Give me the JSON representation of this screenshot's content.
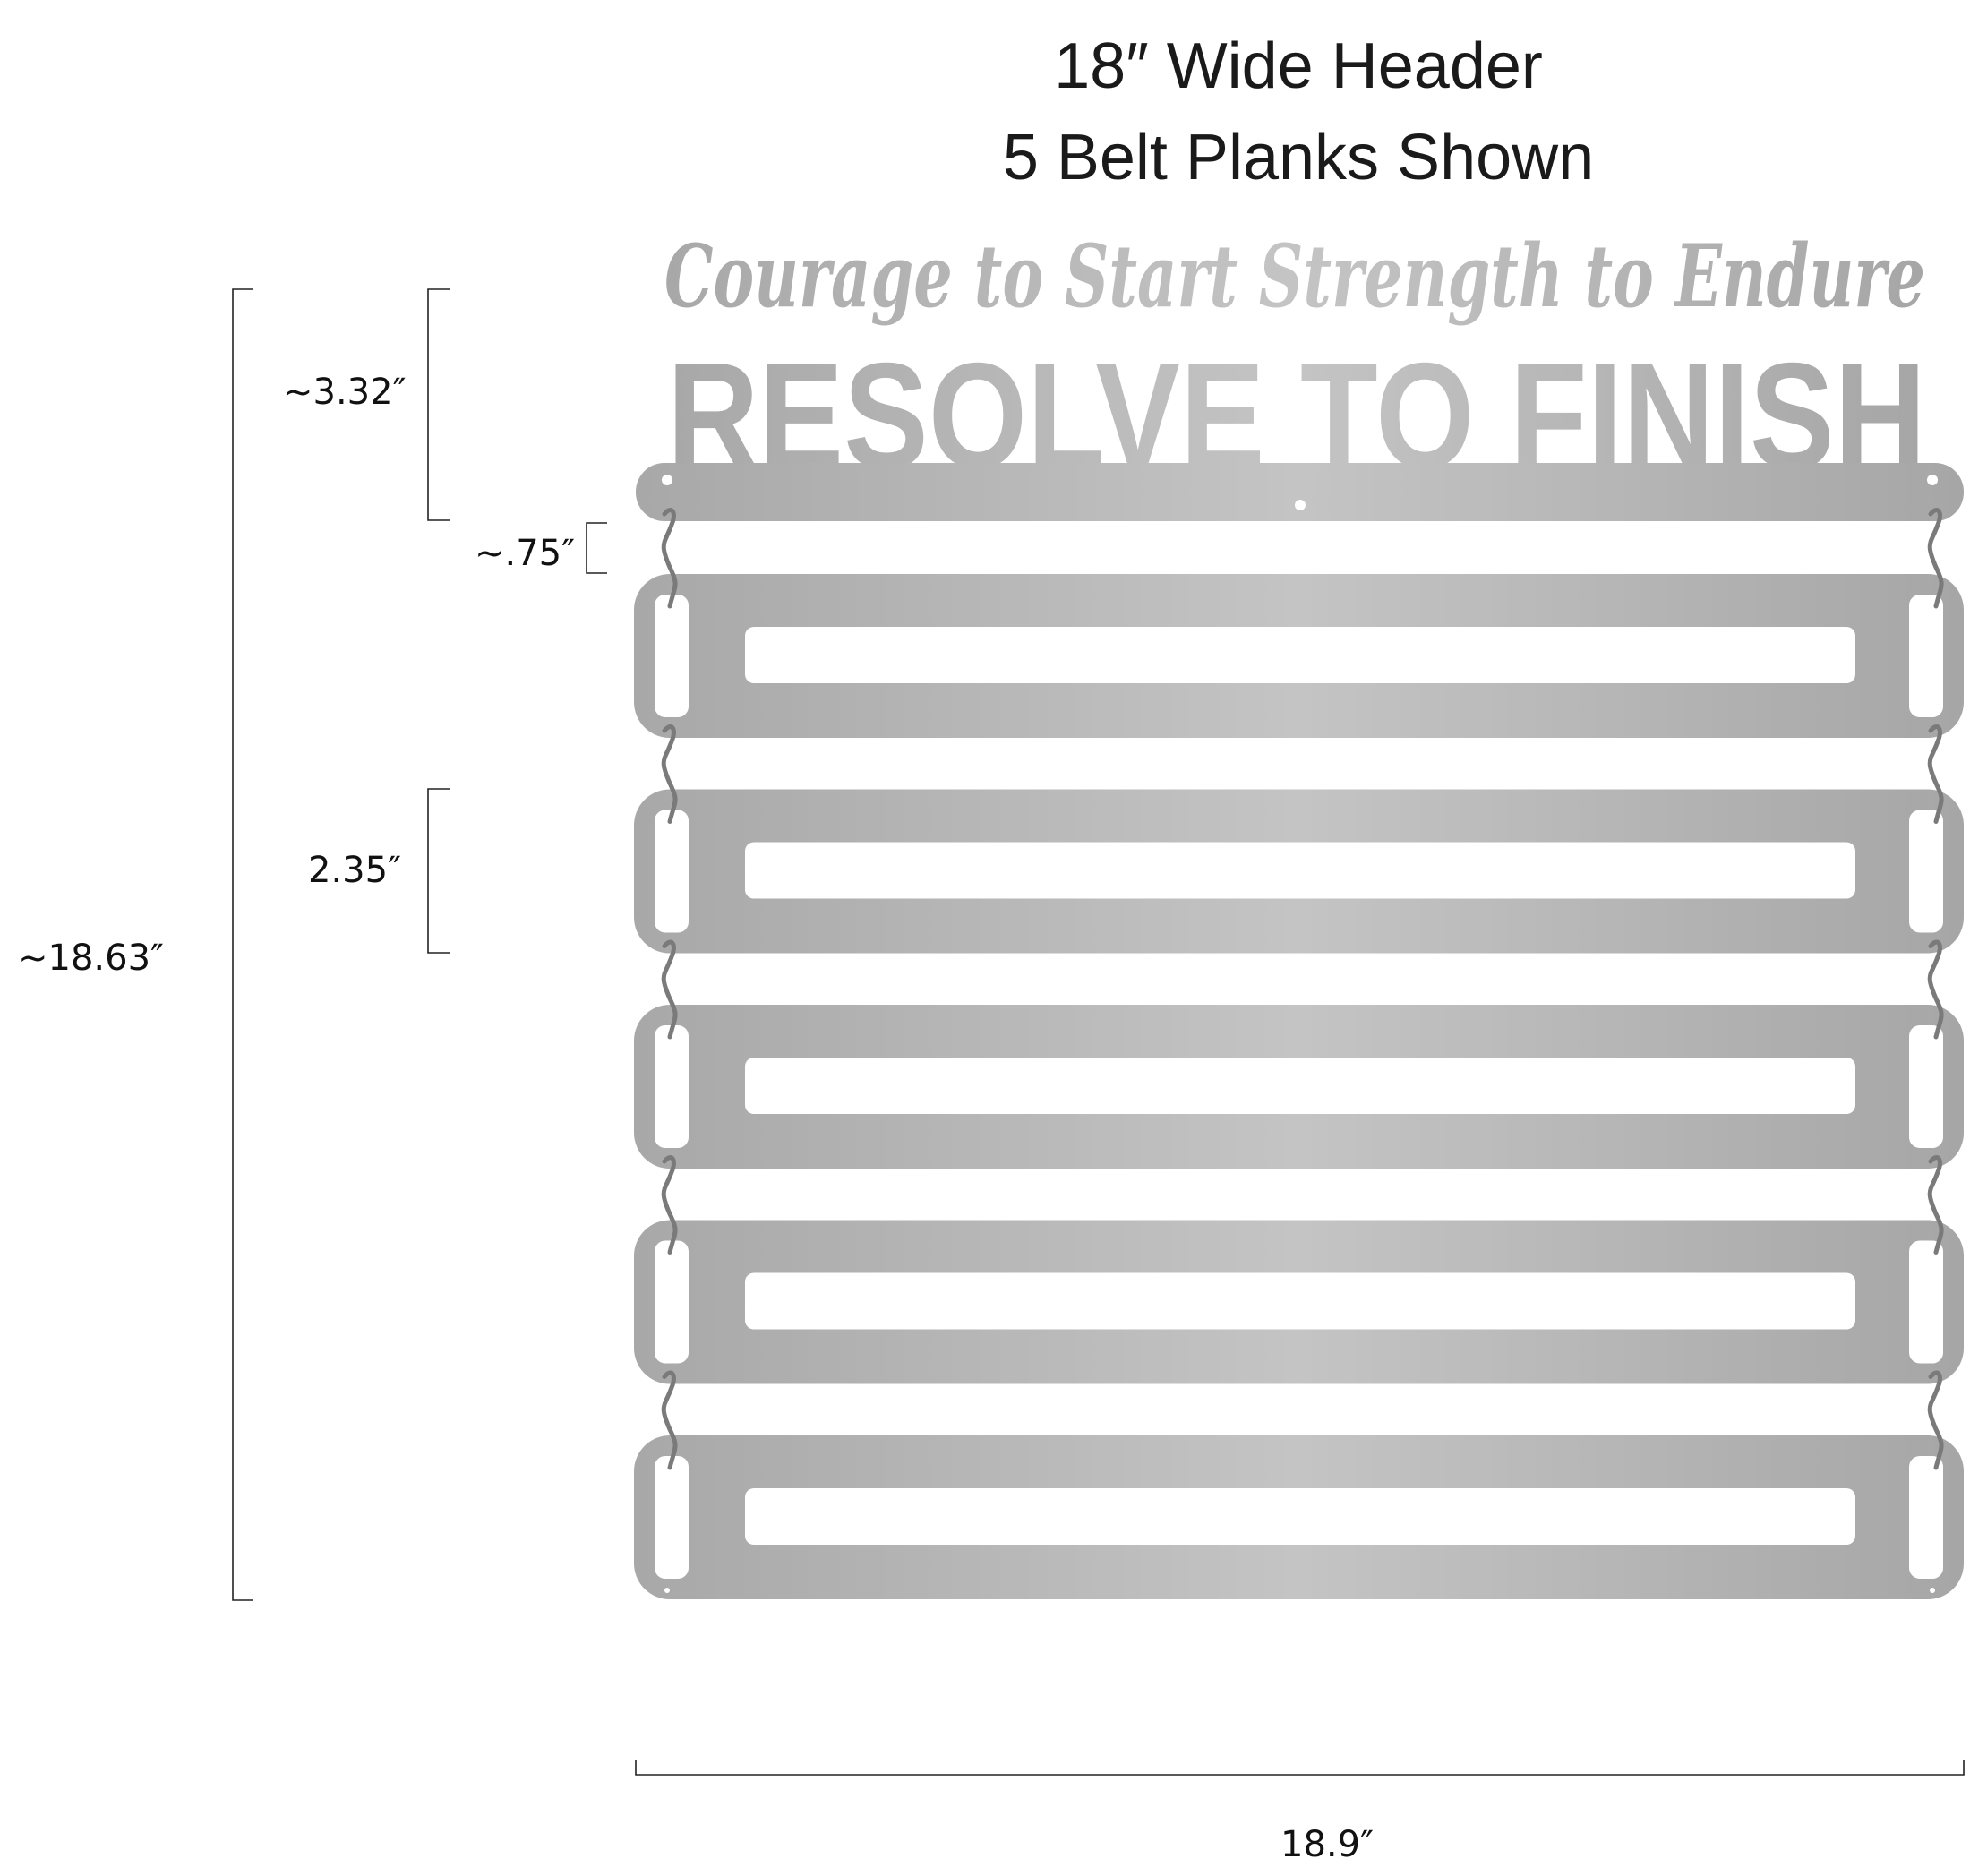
{
  "title": {
    "line1": "18″ Wide Header",
    "line2": "5 Belt Planks Shown"
  },
  "header_sign": {
    "script_text": "Courage to Start  Strength to Endure",
    "main_text": "RESOLVE TO FINISH"
  },
  "dimensions": {
    "total_height": "~18.63″",
    "header_height": "~3.32″",
    "gap": "~.75″",
    "plank_height": "2.35″",
    "width": "18.9″"
  },
  "plank_count": 5,
  "colors": {
    "metal": "#b2b2b2",
    "metal_light": "#c8c8c8",
    "metal_dark": "#9c9c9c",
    "line": "#222222",
    "hook": "#7a7a7a"
  }
}
